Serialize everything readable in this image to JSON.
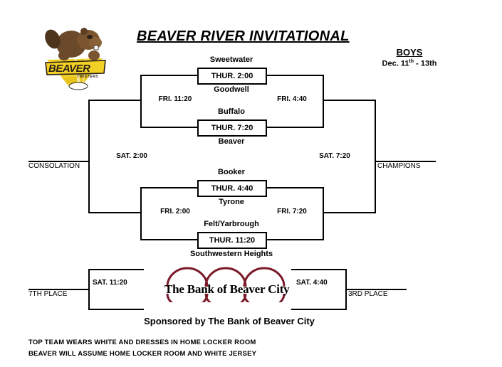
{
  "header": {
    "title": "BEAVER RIVER INVITATIONAL",
    "division": "BOYS",
    "dates_prefix": "Dec. 11",
    "dates_suffix": "th",
    "dates_tail": " - 13th"
  },
  "mascot": {
    "name": "beaver-mascot-logo",
    "word": "BEAVER",
    "subword": "TWISTERS",
    "colors": {
      "fur": "#6b4a2b",
      "accent": "#f2d024",
      "dark": "#2b2118"
    }
  },
  "bracket": {
    "games": [
      {
        "id": "game-1",
        "top_team": "Sweetwater",
        "time": "THUR. 2:00",
        "bottom_team": "Goodwell"
      },
      {
        "id": "game-2",
        "top_team": "Buffalo",
        "time": "THUR. 7:20",
        "bottom_team": "Beaver"
      },
      {
        "id": "game-3",
        "top_team": "Booker",
        "time": "THUR. 4:40",
        "bottom_team": "Tyrone"
      },
      {
        "id": "game-4",
        "top_team": "Felt/Yarbrough",
        "time": "THUR. 11:20",
        "bottom_team": "Southwestern Heights"
      }
    ],
    "round_times": {
      "upper_left": "FRI. 11:20",
      "upper_right": "FRI. 4:40",
      "lower_left": "FRI. 2:00",
      "lower_right": "FRI. 7:20",
      "semi_left": "SAT. 2:00",
      "semi_right": "SAT. 7:20"
    },
    "endpoints": {
      "consolation": "CONSOLATION",
      "champions": "CHAMPIONS",
      "seventh_place": "7TH PLACE",
      "third_place": "3RD PLACE"
    },
    "place_times": {
      "seventh": "SAT. 11:20",
      "third": "SAT. 4:40"
    }
  },
  "bank": {
    "name": "The Bank of Beaver City",
    "arch_color": "#7b1a28"
  },
  "footer": {
    "sponsor": "Sponsored by The Bank of Beaver City",
    "note_1": "TOP TEAM WEARS WHITE AND DRESSES IN HOME LOCKER ROOM",
    "note_2": "BEAVER WILL ASSUME HOME LOCKER ROOM AND WHITE JERSEY"
  }
}
